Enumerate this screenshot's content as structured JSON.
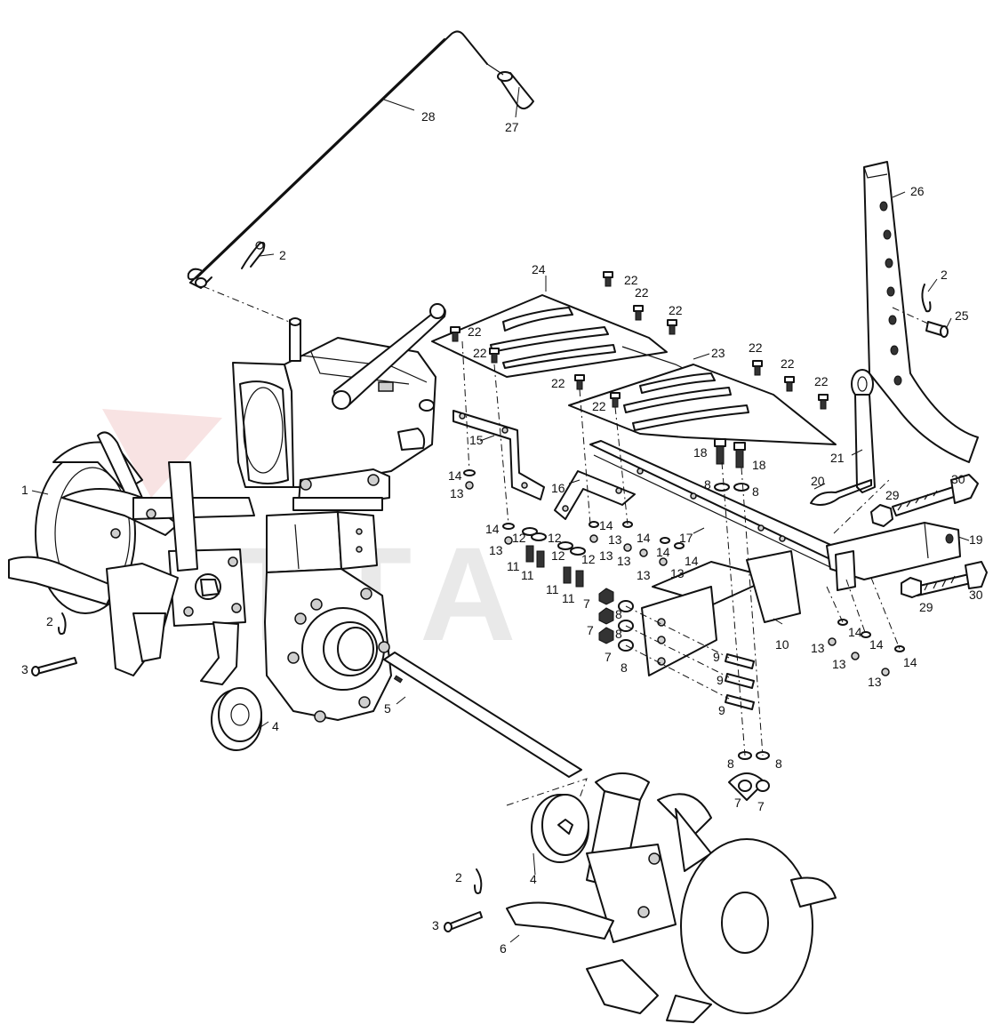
{
  "colors": {
    "line": "#111111",
    "background": "#ffffff",
    "watermark": "#e9e9e9",
    "watermark_accent": "#f3d0d0"
  },
  "watermark": {
    "text": "TTA"
  },
  "callouts": [
    {
      "id": "c28",
      "text": "28"
    },
    {
      "id": "c27",
      "text": "27"
    },
    {
      "id": "c2a",
      "text": "2"
    },
    {
      "id": "c26",
      "text": "26"
    },
    {
      "id": "c2b",
      "text": "2"
    },
    {
      "id": "c25",
      "text": "25"
    },
    {
      "id": "c24",
      "text": "24"
    },
    {
      "id": "c22a",
      "text": "22"
    },
    {
      "id": "c22b",
      "text": "22"
    },
    {
      "id": "c22c",
      "text": "22"
    },
    {
      "id": "c22d",
      "text": "22"
    },
    {
      "id": "c22e",
      "text": "22"
    },
    {
      "id": "c22f",
      "text": "22"
    },
    {
      "id": "c22g",
      "text": "22"
    },
    {
      "id": "c22h",
      "text": "22"
    },
    {
      "id": "c22i",
      "text": "22"
    },
    {
      "id": "c22j",
      "text": "22"
    },
    {
      "id": "c23",
      "text": "23"
    },
    {
      "id": "c21",
      "text": "21"
    },
    {
      "id": "c20",
      "text": "20"
    },
    {
      "id": "c18a",
      "text": "18"
    },
    {
      "id": "c18b",
      "text": "18"
    },
    {
      "id": "c8a",
      "text": "8"
    },
    {
      "id": "c8b",
      "text": "8"
    },
    {
      "id": "c15",
      "text": "15"
    },
    {
      "id": "c16",
      "text": "16"
    },
    {
      "id": "c17",
      "text": "17"
    },
    {
      "id": "c14a",
      "text": "14"
    },
    {
      "id": "c13a",
      "text": "13"
    },
    {
      "id": "c14b",
      "text": "14"
    },
    {
      "id": "c13b",
      "text": "13"
    },
    {
      "id": "c12a",
      "text": "12"
    },
    {
      "id": "c11a",
      "text": "11"
    },
    {
      "id": "c11b",
      "text": "11"
    },
    {
      "id": "c12b",
      "text": "12"
    },
    {
      "id": "c12c",
      "text": "12"
    },
    {
      "id": "c11c",
      "text": "11"
    },
    {
      "id": "c11d",
      "text": "11"
    },
    {
      "id": "c14c",
      "text": "14"
    },
    {
      "id": "c13c",
      "text": "13"
    },
    {
      "id": "c13d",
      "text": "13"
    },
    {
      "id": "c14d",
      "text": "14"
    },
    {
      "id": "c13e",
      "text": "13"
    },
    {
      "id": "c14e",
      "text": "14"
    },
    {
      "id": "c13f",
      "text": "13"
    },
    {
      "id": "c14f",
      "text": "14"
    },
    {
      "id": "c30a",
      "text": "30"
    },
    {
      "id": "c29a",
      "text": "29"
    },
    {
      "id": "c19",
      "text": "19"
    },
    {
      "id": "c29b",
      "text": "29"
    },
    {
      "id": "c30b",
      "text": "30"
    },
    {
      "id": "c1",
      "text": "1"
    },
    {
      "id": "c2c",
      "text": "2"
    },
    {
      "id": "c3a",
      "text": "3"
    },
    {
      "id": "c4a",
      "text": "4"
    },
    {
      "id": "c5",
      "text": "5"
    },
    {
      "id": "c7a",
      "text": "7"
    },
    {
      "id": "c8c",
      "text": "8"
    },
    {
      "id": "c7b",
      "text": "7"
    },
    {
      "id": "c8d",
      "text": "8"
    },
    {
      "id": "c7c",
      "text": "7"
    },
    {
      "id": "c8e",
      "text": "8"
    },
    {
      "id": "c10",
      "text": "10"
    },
    {
      "id": "c13g",
      "text": "13"
    },
    {
      "id": "c14g",
      "text": "14"
    },
    {
      "id": "c14h",
      "text": "14"
    },
    {
      "id": "c13h",
      "text": "13"
    },
    {
      "id": "c14i",
      "text": "14"
    },
    {
      "id": "c13i",
      "text": "13"
    },
    {
      "id": "c9a",
      "text": "9"
    },
    {
      "id": "c9b",
      "text": "9"
    },
    {
      "id": "c9c",
      "text": "9"
    },
    {
      "id": "c8f",
      "text": "8"
    },
    {
      "id": "c8g",
      "text": "8"
    },
    {
      "id": "c7d",
      "text": "7"
    },
    {
      "id": "c7e",
      "text": "7"
    },
    {
      "id": "c4b",
      "text": "4"
    },
    {
      "id": "c2d",
      "text": "2"
    },
    {
      "id": "c3b",
      "text": "3"
    },
    {
      "id": "c6",
      "text": "6"
    }
  ]
}
